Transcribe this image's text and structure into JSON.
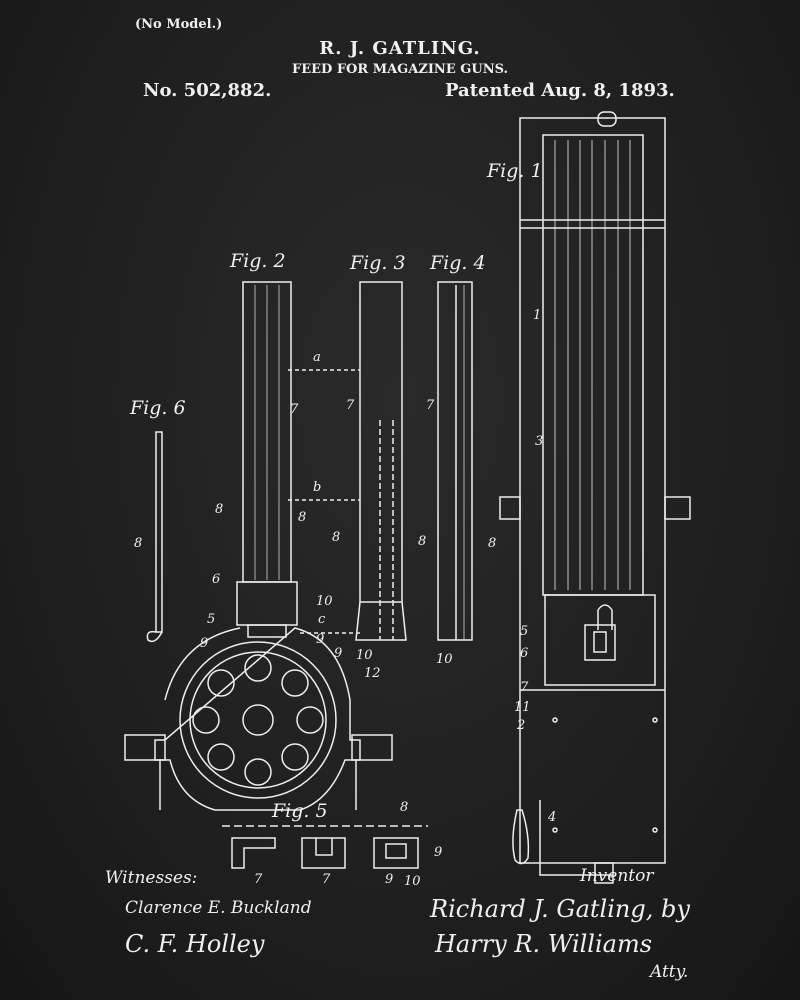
{
  "header": {
    "no_model": "(No Model.)",
    "inventor_name": "R. J. GATLING.",
    "title": "FEED FOR MAGAZINE GUNS.",
    "patent_number": "No. 502,882.",
    "patent_date": "Patented Aug. 8, 1893."
  },
  "figures": {
    "fig1": "Fig. 1",
    "fig2": "Fig. 2",
    "fig3": "Fig. 3",
    "fig4": "Fig. 4",
    "fig5": "Fig. 5",
    "fig6": "Fig. 6"
  },
  "refs": {
    "a": "a",
    "b": "b",
    "c": "c",
    "n1": "1",
    "n2": "2",
    "n3": "3",
    "n4": "4",
    "n5": "5",
    "n6": "6",
    "n7": "7",
    "n8": "8",
    "n9": "9",
    "n10": "10",
    "n11": "11",
    "n12": "12"
  },
  "footer": {
    "witnesses_label": "Witnesses:",
    "witness1": "Clarence E. Buckland",
    "witness2": "C. F. Holley",
    "inventor_label": "Inventor",
    "inventor_signature": "Richard J. Gatling, by",
    "attorney_signature": "Harry R. Williams",
    "attorney_suffix": "Atty."
  },
  "colors": {
    "background": "#1f1f1f",
    "ink": "#f0f0f0"
  }
}
